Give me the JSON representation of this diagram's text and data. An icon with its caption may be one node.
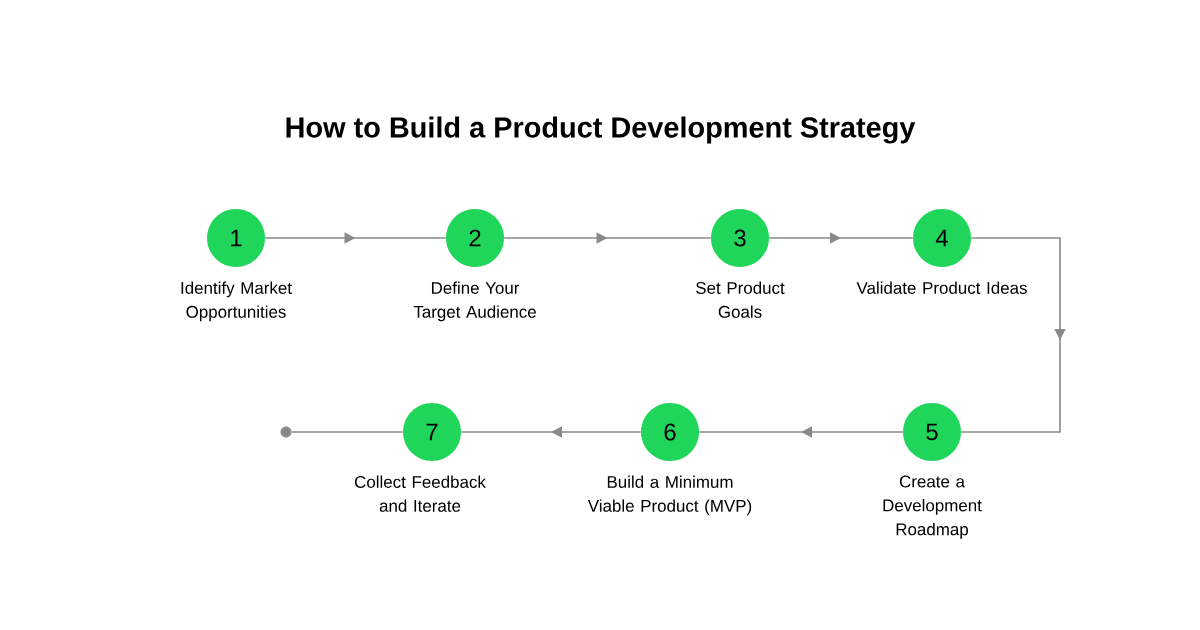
{
  "diagram": {
    "title": "How to Build a Product Development Strategy",
    "nodes": [
      {
        "text": [
          "1"
        ],
        "beside": [
          "Identify Market Opportunities"
        ]
      },
      {
        "text": [
          "2"
        ],
        "beside": [
          "Define Your Target Audience"
        ]
      },
      {
        "text": [
          "3"
        ],
        "beside": [
          "Set Product Goals"
        ]
      },
      {
        "text": [
          "4"
        ],
        "beside": [
          "Validate Product Ideas"
        ]
      },
      {
        "text": [
          "5"
        ],
        "beside": [
          "Create a Development Roadmap"
        ]
      },
      {
        "text": [
          "6"
        ],
        "beside": [
          "Build a Minimum Viable Product (MVP)"
        ]
      },
      {
        "text": [
          "7"
        ],
        "beside": [
          "Collect Feedback and Iterate"
        ]
      },
      {
        "text": [],
        "shape": "circle"
      }
    ],
    "edges": [
      {
        "from": 0,
        "to": 1,
        "arrow": "to"
      },
      {
        "from": 1,
        "to": 2,
        "arrow": "to"
      },
      {
        "from": 2,
        "to": 3,
        "arrow": "to"
      },
      {
        "from": 3,
        "to": 4,
        "arrow": "to"
      },
      {
        "from": 4,
        "to": 5,
        "arrow": "to"
      },
      {
        "from": 5,
        "to": 6,
        "arrow": "to"
      },
      {
        "from": 6,
        "to": 7,
        "arrow": "none"
      }
    ]
  }
}
